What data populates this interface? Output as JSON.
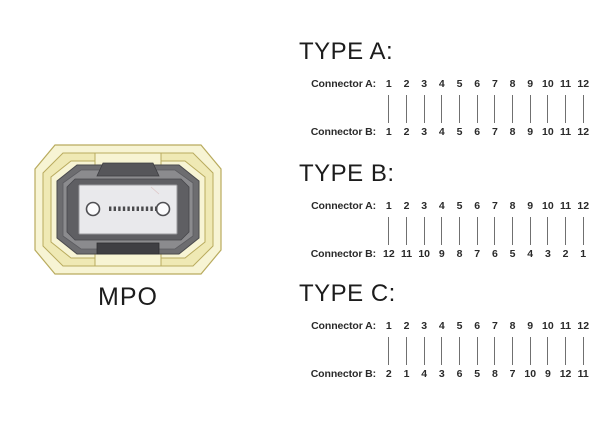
{
  "figure": {
    "caption": "MPO",
    "alt_name": "mpo-connector",
    "colors": {
      "shell_light": "#f5f1c9",
      "shell_mid": "#e8e2a8",
      "shell_outline": "#b9ab5e",
      "bezel_dark": "#6d6d70",
      "bezel_mid": "#8b8b8e",
      "ferrule": "#e9e9ec",
      "latch_dark": "#56565a",
      "fiber_dot": "#4a4a4d"
    },
    "fiber_count": 12,
    "pin_holes": 2
  },
  "types": [
    {
      "heading": "TYPE A:",
      "top_label": "Connector A:",
      "bottom_label": "Connector B:",
      "top": [
        "1",
        "2",
        "3",
        "4",
        "5",
        "6",
        "7",
        "8",
        "9",
        "10",
        "11",
        "12"
      ],
      "bottom": [
        "1",
        "2",
        "3",
        "4",
        "5",
        "6",
        "7",
        "8",
        "9",
        "10",
        "11",
        "12"
      ]
    },
    {
      "heading": "TYPE B:",
      "top_label": "Connector A:",
      "bottom_label": "Connector B:",
      "top": [
        "1",
        "2",
        "3",
        "4",
        "5",
        "6",
        "7",
        "8",
        "9",
        "10",
        "11",
        "12"
      ],
      "bottom": [
        "12",
        "11",
        "10",
        "9",
        "8",
        "7",
        "6",
        "5",
        "4",
        "3",
        "2",
        "1"
      ]
    },
    {
      "heading": "TYPE C:",
      "top_label": "Connector A:",
      "bottom_label": "Connector B:",
      "top": [
        "1",
        "2",
        "3",
        "4",
        "5",
        "6",
        "7",
        "8",
        "9",
        "10",
        "11",
        "12"
      ],
      "bottom": [
        "2",
        "1",
        "4",
        "3",
        "6",
        "5",
        "8",
        "7",
        "10",
        "9",
        "12",
        "11"
      ]
    }
  ]
}
